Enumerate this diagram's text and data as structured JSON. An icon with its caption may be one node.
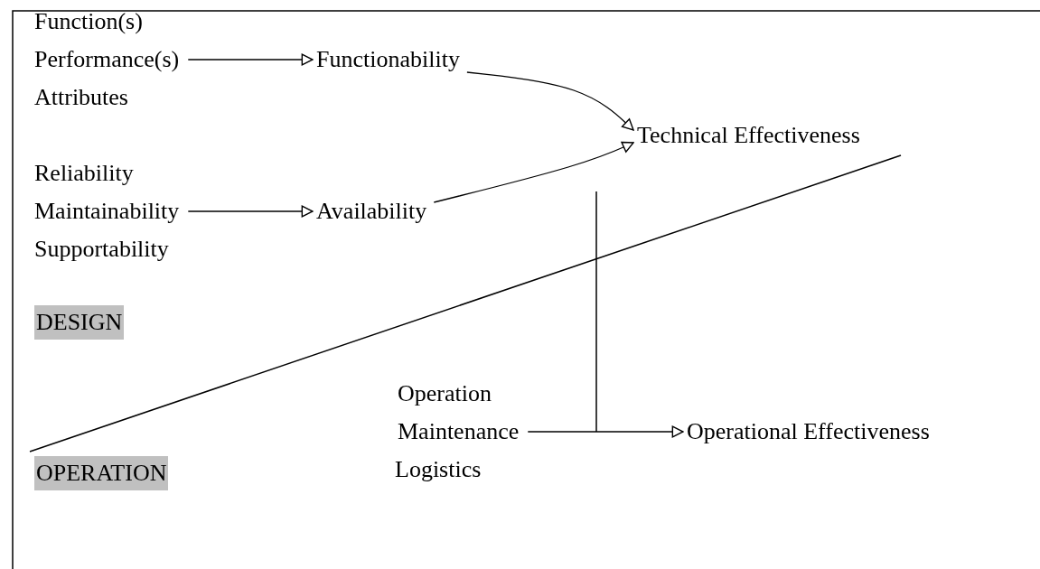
{
  "diagram": {
    "nodes": [
      {
        "text": [
          "Function(s)",
          "Performance(s)",
          "Attributes"
        ]
      },
      {
        "text": [
          "Functionability"
        ]
      },
      {
        "text": [
          "Technical Effectiveness"
        ]
      },
      {
        "text": [
          "Reliability",
          "Maintainability",
          "Supportability"
        ]
      },
      {
        "text": [
          "Availability"
        ]
      },
      {
        "text": [
          "Operation",
          "Maintenance",
          "Logistics"
        ]
      },
      {
        "text": [
          "Operational Effectiveness"
        ]
      }
    ],
    "edges": [
      {
        "from": 0,
        "to": 1,
        "arrow": "to"
      },
      {
        "from": 1,
        "to": 2,
        "arrow": "to"
      },
      {
        "from": 3,
        "to": 4,
        "arrow": "to"
      },
      {
        "from": 4,
        "to": 2,
        "arrow": "to"
      },
      {
        "from": 5,
        "to": 6,
        "arrow": "to"
      }
    ],
    "labels": [
      "DESIGN",
      "OPERATION"
    ]
  }
}
